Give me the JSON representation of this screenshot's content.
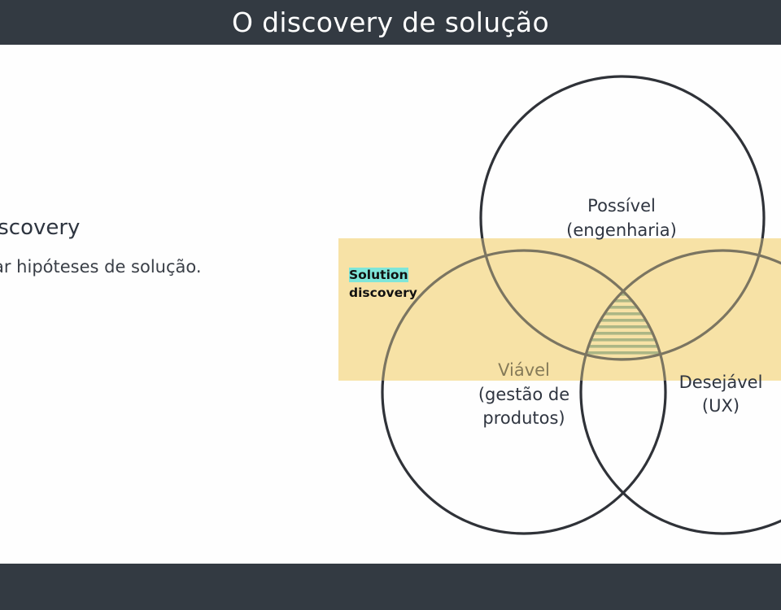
{
  "header": {
    "title": "O discovery de solução"
  },
  "left": {
    "heading": "iscovery",
    "body": "ar hipóteses de solução."
  },
  "venn": {
    "band_label_line1": "Solution",
    "band_label_line2": "discovery",
    "circles": [
      {
        "label_line1": "Possível",
        "label_line2": "(engenharia)"
      },
      {
        "label_line1": "Viável",
        "label_line2": "(gestão de",
        "label_line3": "produtos)"
      },
      {
        "label_line1": "Desejável",
        "label_line2": "(UX)"
      }
    ],
    "colors": {
      "band": "#f7e2a6",
      "circle_stroke": "#2f3238",
      "intersection_stripe": "#7e9b72"
    }
  }
}
